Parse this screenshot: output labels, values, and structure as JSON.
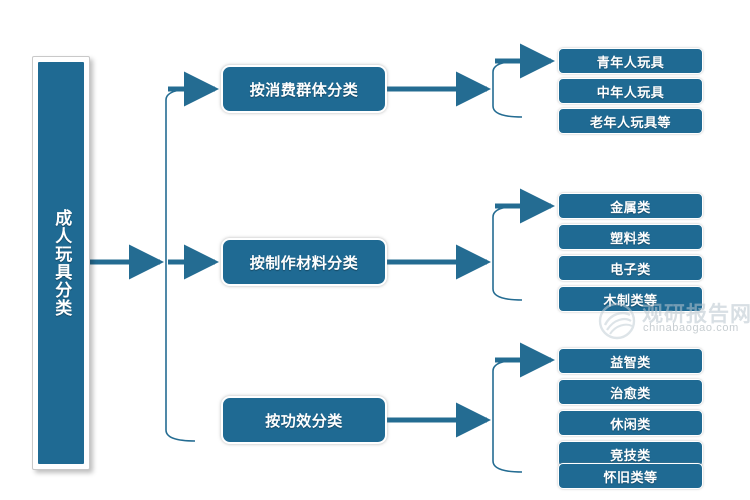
{
  "diagram": {
    "title": "成人玩具分类",
    "root": {
      "label": "成人玩具分类"
    },
    "branches": [
      {
        "label": "按消费群体分类",
        "leaves": [
          "青年人玩具",
          "中年人玩具",
          "老年人玩具等"
        ]
      },
      {
        "label": "按制作材料分类",
        "leaves": [
          "金属类",
          "塑料类",
          "电子类",
          "木制类等"
        ]
      },
      {
        "label": "按功效分类",
        "leaves": [
          "益智类",
          "治愈类",
          "休闲类",
          "竞技类",
          "怀旧类等"
        ]
      }
    ]
  },
  "watermark": {
    "name": "观研报告网",
    "domain": "chinabaogao.com"
  },
  "colors": {
    "node_fill": "#1f6a93",
    "node_border": "#ffffff",
    "connector": "#246c92",
    "background": "#ffffff",
    "text": "#ffffff"
  }
}
